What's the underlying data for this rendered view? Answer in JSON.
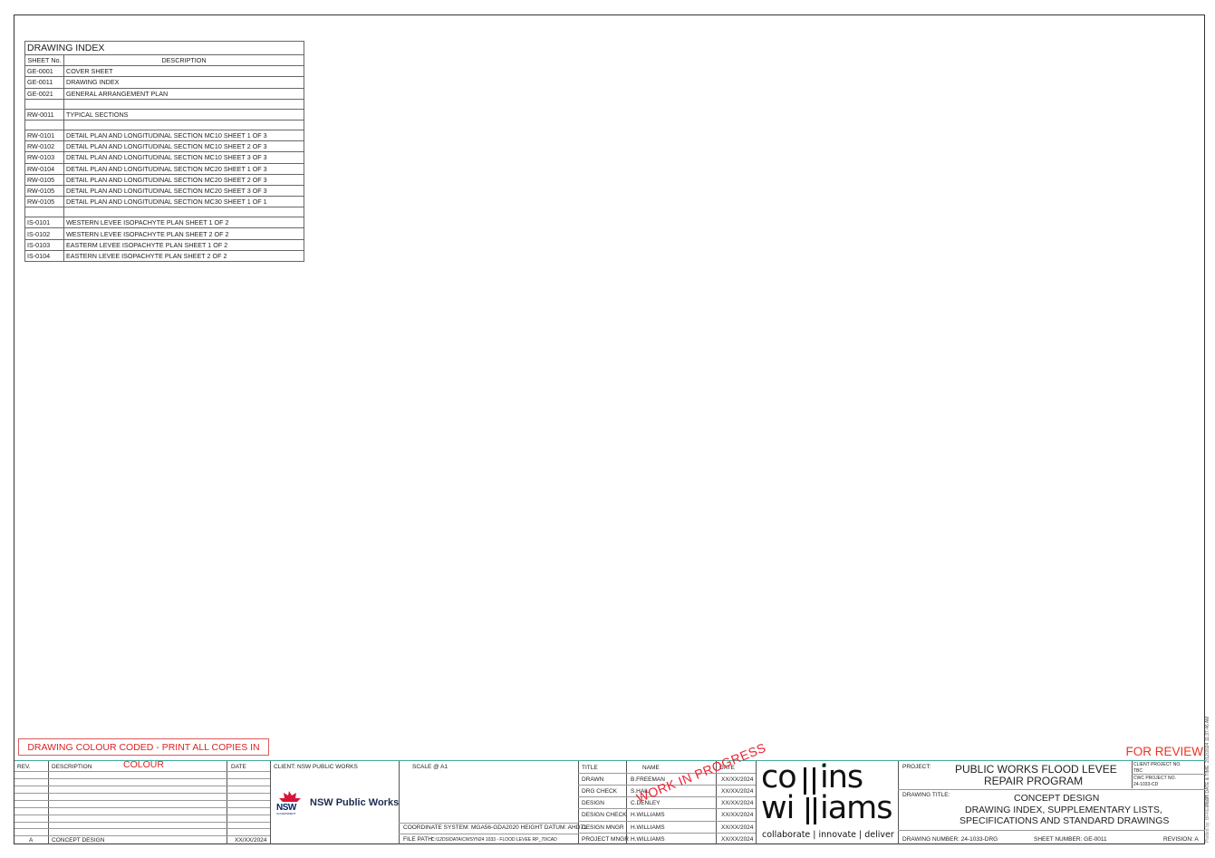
{
  "index": {
    "title": "DRAWING INDEX",
    "col_sheet": "SHEET No.",
    "col_desc": "DESCRIPTION",
    "rows": [
      [
        "GE-0001",
        "COVER SHEET"
      ],
      [
        "GE-0011",
        "DRAWING INDEX"
      ],
      [
        "GE-0021",
        "GENERAL ARRANGEMENT PLAN"
      ],
      [
        "",
        ""
      ],
      [
        "RW-0011",
        "TYPICAL SECTIONS"
      ],
      [
        "",
        ""
      ],
      [
        "RW-0101",
        "DETAIL PLAN AND LONGITUDINAL SECTION MC10 SHEET 1 OF 3"
      ],
      [
        "RW-0102",
        "DETAIL PLAN AND LONGITUDINAL SECTION MC10 SHEET 2 OF 3"
      ],
      [
        "RW-0103",
        "DETAIL PLAN AND LONGITUDINAL SECTION MC10 SHEET 3 OF 3"
      ],
      [
        "RW-0104",
        "DETAIL PLAN AND LONGITUDINAL SECTION MC20 SHEET 1 OF 3"
      ],
      [
        "RW-0105",
        "DETAIL PLAN AND LONGITUDINAL SECTION MC20 SHEET 2 OF 3"
      ],
      [
        "RW-0105",
        "DETAIL PLAN AND LONGITUDINAL SECTION MC20 SHEET 3 OF 3"
      ],
      [
        "RW-0105",
        "DETAIL PLAN AND LONGITUDINAL SECTION MC30 SHEET 1 OF 1"
      ],
      [
        "",
        ""
      ],
      [
        "IS-0101",
        "WESTERN LEVEE ISOPACHYTE PLAN SHEET 1 OF 2"
      ],
      [
        "IS-0102",
        "WESTERN LEVEE ISOPACHYTE PLAN SHEET 2 OF 2"
      ],
      [
        "IS-0103",
        "EASTERM LEVEE ISOPACHYTE PLAN SHEET 1 OF 2"
      ],
      [
        "IS-0104",
        "EASTERN LEVEE ISOPACHYTE PLAN SHEET 2 OF 2"
      ]
    ]
  },
  "colour_note": "DRAWING COLOUR CODED - PRINT ALL COPIES IN COLOUR",
  "for_review": "FOR REVIEW",
  "plot_date": "PLOT DATE & TIME: 2/12/2024 11:37:46 AM",
  "plotted_by": "Plotted by: BFREEMAN",
  "revision_table": {
    "col_rev": "REV.",
    "col_desc": "DESCRIPTION",
    "col_date": "DATE",
    "rev": "A",
    "desc": "CONCEPT DESIGN",
    "date": "XX/XX/2024"
  },
  "client": {
    "label": "CLIENT: NSW PUBLIC WORKS",
    "logo_text": "NSW Public Works",
    "nsw": "NSW",
    "gov": "GOVERNMENT"
  },
  "scale": {
    "label": "SCALE @ A1",
    "coordinate": "COORDINATE SYSTEM: MGA56-GDA2020 HEIGHT DATUM: AHD71",
    "file_path_label": "FILE PATH:",
    "file_path": "C:\\12DS\\DATA\\CWSYN24 1033 - FLOOD LEVEE RP_70\\CAD"
  },
  "signoff": {
    "col_title": "TITLE",
    "col_name": "NAME",
    "col_date": "DATE",
    "rows": [
      [
        "DRAWN",
        "B.FREEMAN",
        "XX/XX/2024"
      ],
      [
        "DRG CHECK",
        "S.HAIL",
        "XX/XX/2024"
      ],
      [
        "DESIGN",
        "C.DENLEY",
        "XX/XX/2024"
      ],
      [
        "DESIGN CHECK",
        "H.WILLIAMS",
        "XX/XX/2024"
      ],
      [
        "DESIGN MNGR",
        "H.WILLIAMS",
        "XX/XX/2024"
      ],
      [
        "PROJECT MNGR",
        "H.WILLIAMS",
        "XX/XX/2024"
      ]
    ],
    "stamp": "WORK IN PROGRESS"
  },
  "company": {
    "line1": "co",
    "line1b": "ins",
    "line2": "wi",
    "line2b": "iams",
    "tagline": "collaborate | innovate | deliver"
  },
  "project": {
    "label": "PROJECT:",
    "name_line1": "PUBLIC WORKS FLOOD LEVEE",
    "name_line2": "REPAIR PROGRAM",
    "client_proj_label": "CLIENT PROJECT NO.",
    "client_proj_value": "TBC",
    "cwc_proj_label": "CWC PROJECT NO.",
    "cwc_proj_value": "24-1033-CD",
    "drawing_title_label": "DRAWING TITLE:",
    "drawing_title_1": "CONCEPT DESIGN",
    "drawing_title_2": "DRAWING INDEX, SUPPLEMENTARY LISTS,",
    "drawing_title_3": "SPECIFICATIONS AND STANDARD DRAWINGS",
    "drawing_number": "DRAWING NUMBER: 24-1033-DRG",
    "sheet_number": "SHEET NUMBER: GE-0011",
    "revision": "REVISION: A"
  },
  "colors": {
    "accent_red": "#e33222",
    "green_line": "#44aa99"
  }
}
